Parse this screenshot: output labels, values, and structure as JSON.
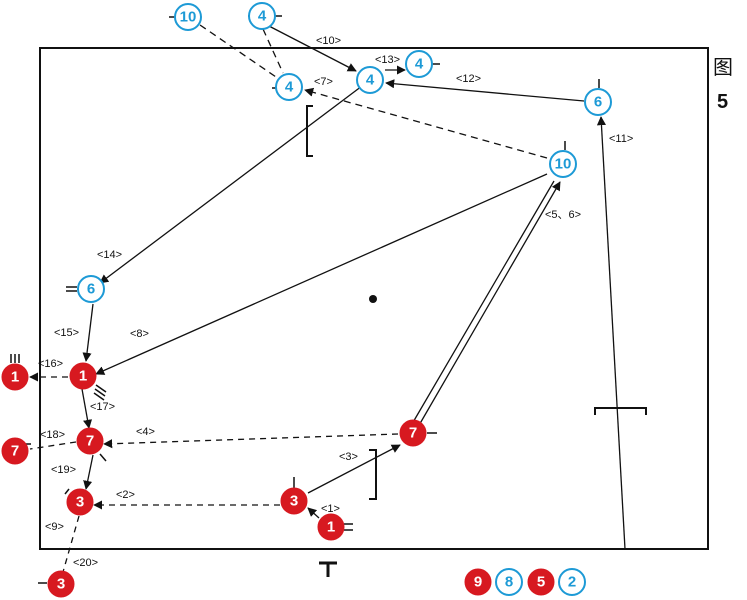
{
  "figure": {
    "char": "图",
    "number": "5"
  },
  "colors": {
    "red": "#d71920",
    "blue": "#1d9ad6",
    "line": "#111111"
  },
  "players": [
    {
      "id": "b10top",
      "team": "blue",
      "num": "10"
    },
    {
      "id": "b4top",
      "team": "blue",
      "num": "4"
    },
    {
      "id": "b4a",
      "team": "blue",
      "num": "4"
    },
    {
      "id": "b4b",
      "team": "blue",
      "num": "4"
    },
    {
      "id": "b4c",
      "team": "blue",
      "num": "4"
    },
    {
      "id": "b6r",
      "team": "blue",
      "num": "6"
    },
    {
      "id": "b10r",
      "team": "blue",
      "num": "10"
    },
    {
      "id": "b6l",
      "team": "blue",
      "num": "6"
    },
    {
      "id": "r1",
      "team": "red",
      "num": "1"
    },
    {
      "id": "r1out",
      "team": "red",
      "num": "1"
    },
    {
      "id": "r7",
      "team": "red",
      "num": "7"
    },
    {
      "id": "r7out",
      "team": "red",
      "num": "7"
    },
    {
      "id": "r7m",
      "team": "red",
      "num": "7"
    },
    {
      "id": "r3",
      "team": "red",
      "num": "3"
    },
    {
      "id": "r3m",
      "team": "red",
      "num": "3"
    },
    {
      "id": "r1b",
      "team": "red",
      "num": "1"
    },
    {
      "id": "r3b",
      "team": "red",
      "num": "3"
    }
  ],
  "step_labels": [
    {
      "id": "s10",
      "text": "<10>"
    },
    {
      "id": "s13",
      "text": "<13>"
    },
    {
      "id": "s7",
      "text": "<7>"
    },
    {
      "id": "s12",
      "text": "<12>"
    },
    {
      "id": "s11",
      "text": "<11>"
    },
    {
      "id": "s56",
      "text": "<5、6>"
    },
    {
      "id": "s14",
      "text": "<14>"
    },
    {
      "id": "s15",
      "text": "<15>"
    },
    {
      "id": "s8",
      "text": "<8>"
    },
    {
      "id": "s16",
      "text": "<16>"
    },
    {
      "id": "s17",
      "text": "<17>"
    },
    {
      "id": "s18",
      "text": "<18>"
    },
    {
      "id": "s4",
      "text": "<4>"
    },
    {
      "id": "s3",
      "text": "<3>"
    },
    {
      "id": "s19",
      "text": "<19>"
    },
    {
      "id": "s2",
      "text": "<2>"
    },
    {
      "id": "s1",
      "text": "<1>"
    },
    {
      "id": "s9",
      "text": "<9>"
    },
    {
      "id": "s20",
      "text": "<20>"
    }
  ],
  "legend": [
    {
      "team": "red",
      "num": "9"
    },
    {
      "team": "blue",
      "num": "8"
    },
    {
      "team": "red",
      "num": "5"
    },
    {
      "team": "blue",
      "num": "2"
    }
  ]
}
